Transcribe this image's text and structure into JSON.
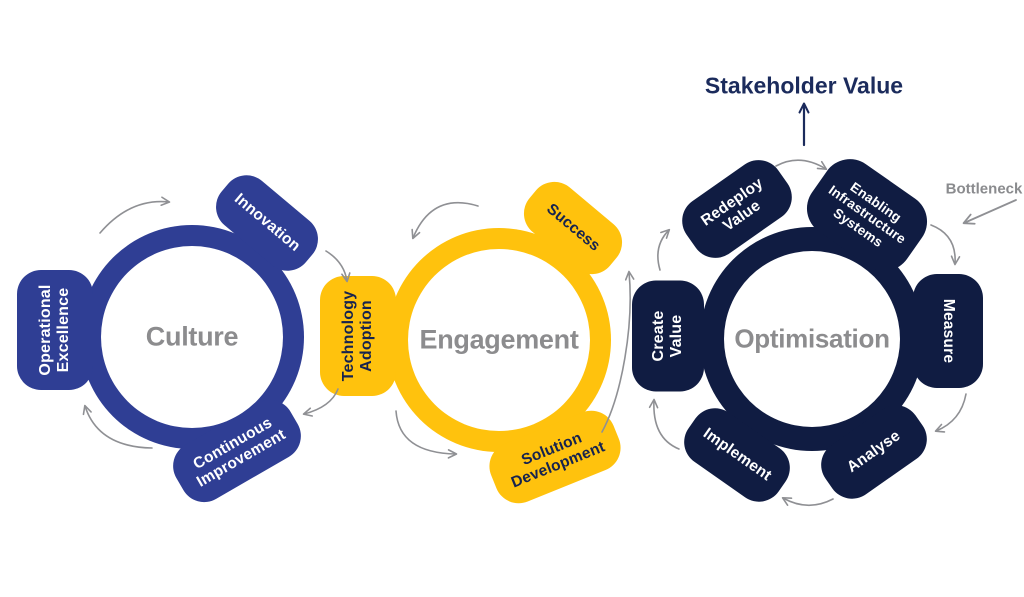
{
  "diagram": {
    "stakeholder_value_label": "Stakeholder Value",
    "bottleneck_label": "Bottleneck",
    "circles": [
      {
        "label": "Culture",
        "color": "#2F3E94",
        "petals": [
          {
            "label": "Innovation"
          },
          {
            "label": "Operational\nExcellence"
          },
          {
            "label": "Continuous\nImprovement"
          }
        ]
      },
      {
        "label": "Engagement",
        "color": "#FFC20D",
        "petals": [
          {
            "label": "Success"
          },
          {
            "label": "Technology\nAdoption"
          },
          {
            "label": "Solution\nDevelopment"
          }
        ]
      },
      {
        "label": "Optimisation",
        "color": "#101C42",
        "petals": [
          {
            "label": "Redeploy\nValue"
          },
          {
            "label": "Enabling\nInfrastructure\nSystems"
          },
          {
            "label": "Measure"
          },
          {
            "label": "Analyse"
          },
          {
            "label": "Implement"
          },
          {
            "label": "Create\nValue"
          }
        ]
      }
    ],
    "colors": {
      "culture_blue": "#2F3E94",
      "engagement_yellow": "#FFC20D",
      "optimisation_navy": "#101C42",
      "center_label_gray": "#8C8C8E",
      "arrow_gray": "#8F9094",
      "annotation_navy": "#1B2B5C"
    }
  }
}
